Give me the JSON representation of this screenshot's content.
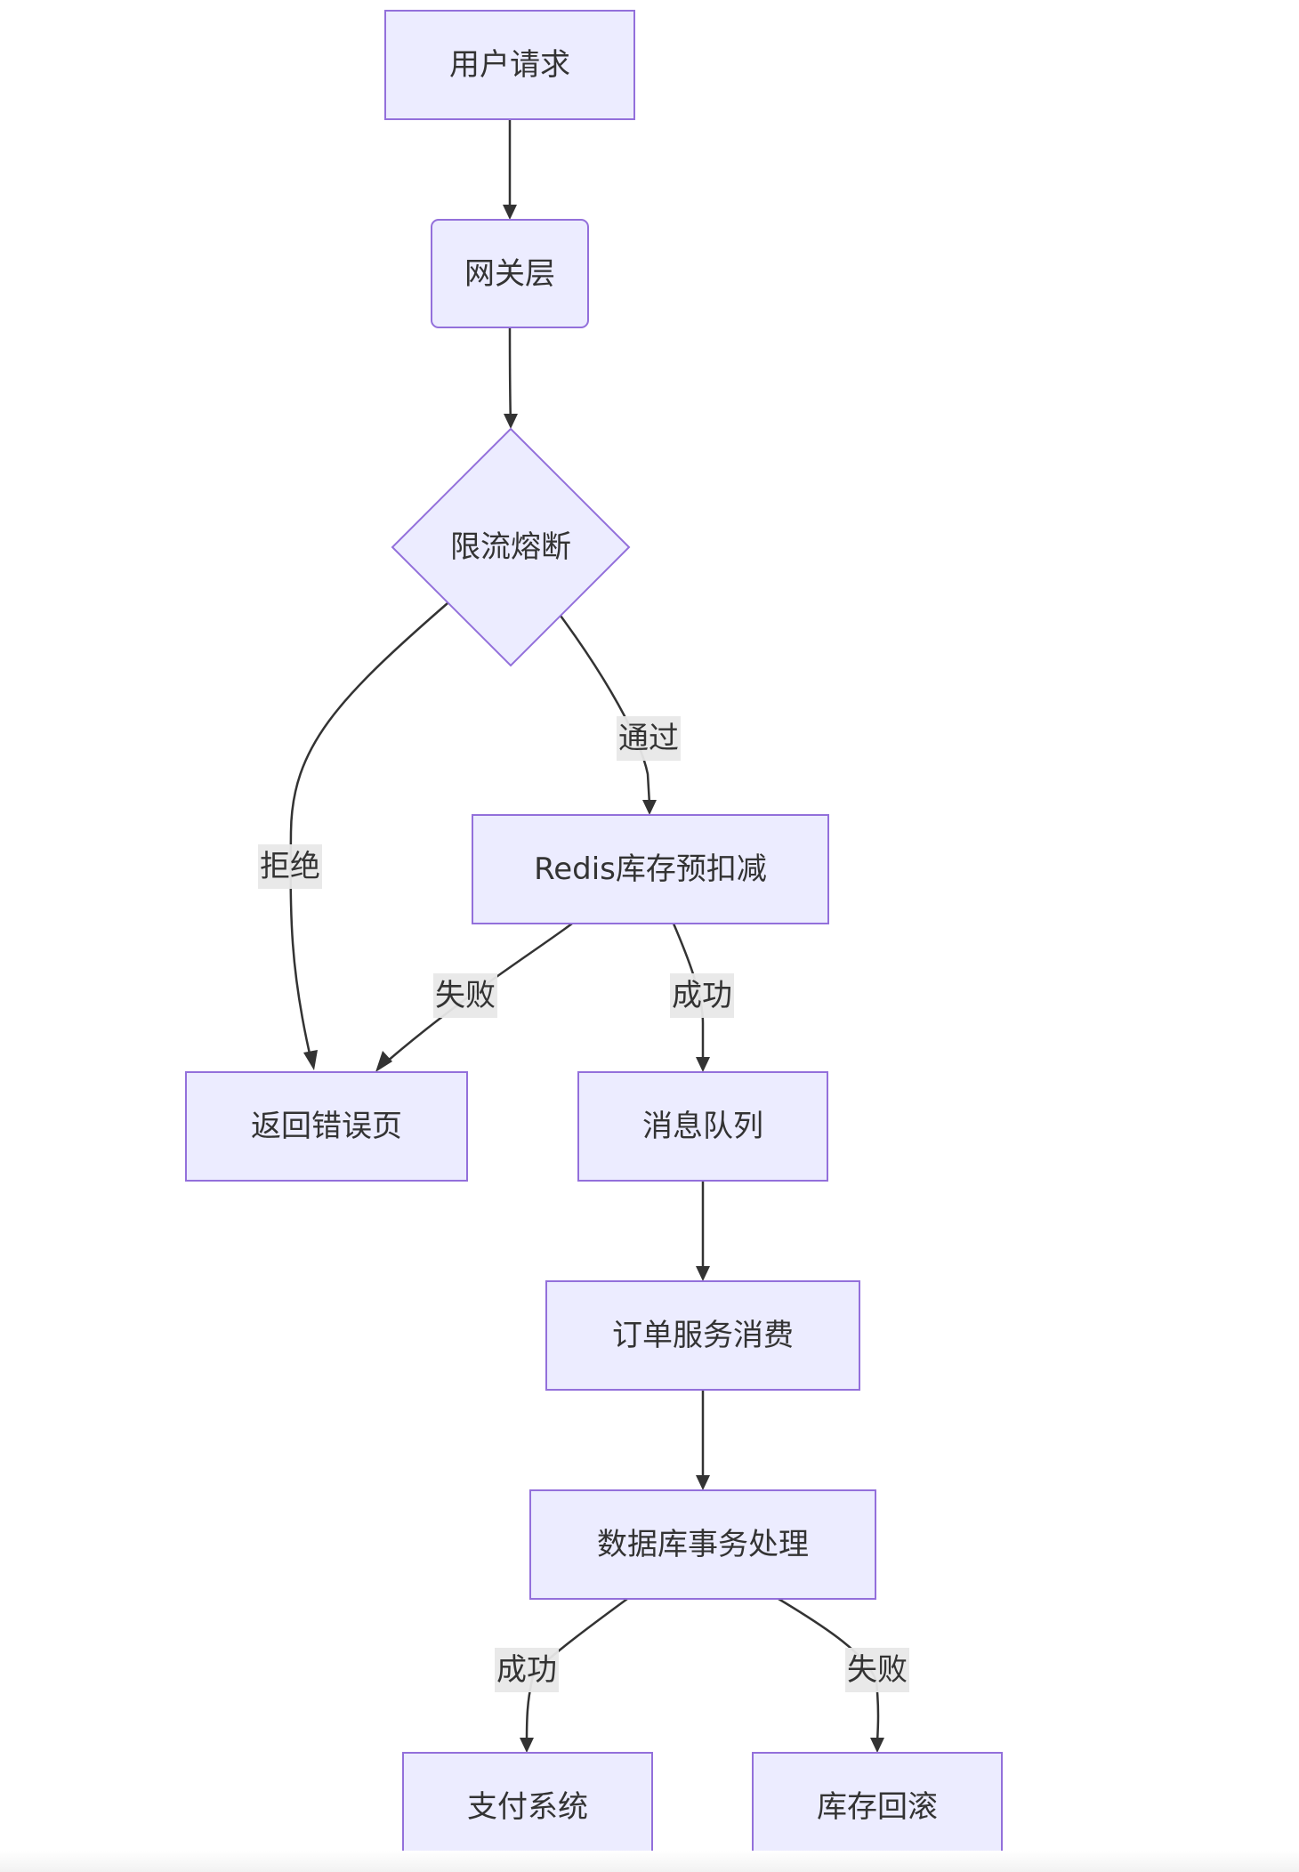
{
  "diagram": {
    "nodes": {
      "user_request": "用户请求",
      "gateway": "网关层",
      "rate_limit": "限流熔断",
      "redis_deduct": "Redis库存预扣减",
      "error_page": "返回错误页",
      "message_queue": "消息队列",
      "order_consume": "订单服务消费",
      "db_transaction": "数据库事务处理",
      "payment_system": "支付系统",
      "stock_rollback": "库存回滚"
    },
    "edge_labels": {
      "rate_pass": "通过",
      "rate_reject": "拒绝",
      "redis_fail": "失败",
      "redis_success": "成功",
      "db_success": "成功",
      "db_fail": "失败"
    },
    "colors": {
      "node_fill": "#ececff",
      "node_stroke": "#9370db",
      "edge": "#333333",
      "label_bg": "#e8e8e8"
    }
  }
}
